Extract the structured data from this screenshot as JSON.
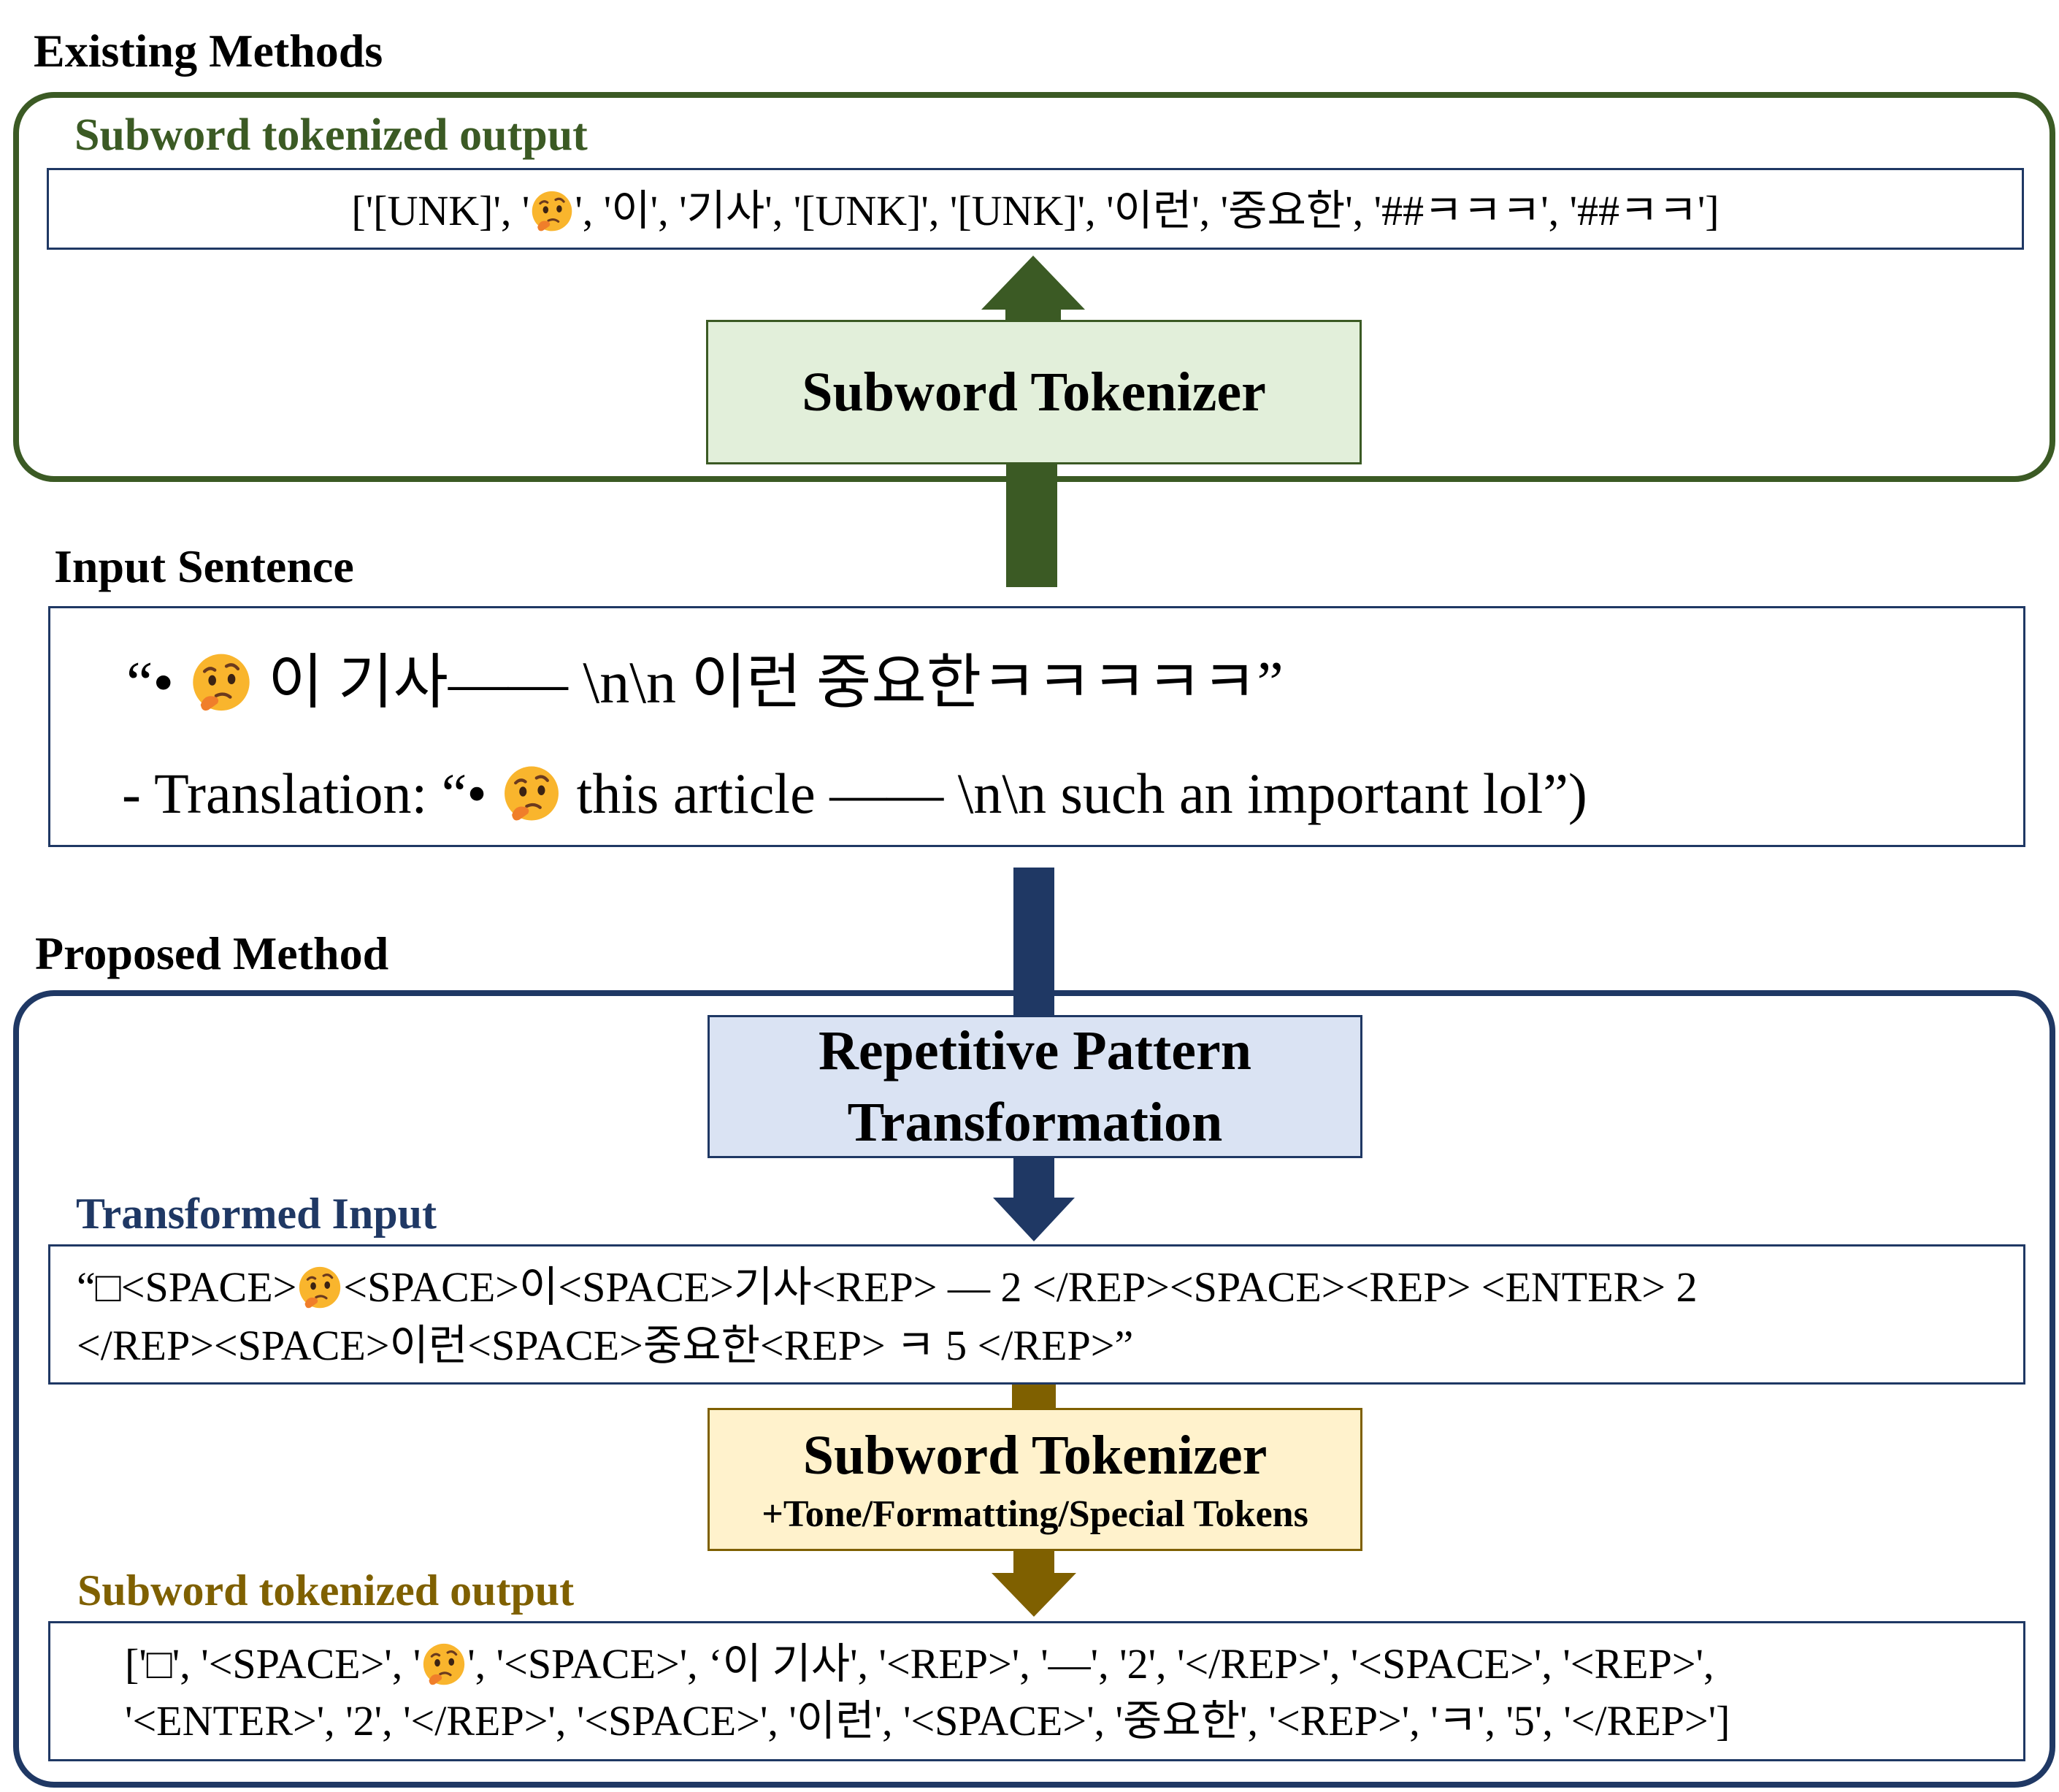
{
  "existing": {
    "heading": "Existing Methods",
    "output_label": "Subword tokenized output",
    "output_tokens_before": "['[UNK]', '",
    "output_tokens_after": "', '이', '기사', '[UNK]', '[UNK]', '이런', '중요한', '##ㅋㅋㅋ', '##ㅋㅋ']",
    "tokenizer_label": "Subword Tokenizer"
  },
  "input": {
    "heading": "Input Sentence",
    "sentence_before": "“• ",
    "sentence_after": " 이 기사—— \\n\\n 이런 중요한ㅋㅋㅋㅋㅋ”",
    "translation_before": "- Translation: “• ",
    "translation_after": " this article —— \\n\\n such an important lol”)"
  },
  "proposed": {
    "heading": "Proposed Method",
    "transform_line1": "Repetitive Pattern",
    "transform_line2": "Transformation",
    "transformed_label": "Transformed Input",
    "transformed_line1_before": "“□<SPACE>",
    "transformed_line1_after": "<SPACE>이<SPACE>기사<REP> — 2 </REP><SPACE><REP> <ENTER> 2",
    "transformed_line2": "</REP><SPACE>이런<SPACE>중요한<REP> ㅋ 5 </REP>”",
    "tokenizer_label": "Subword Tokenizer",
    "tokenizer_sub": "+Tone/Formatting/Special Tokens",
    "output_label": "Subword tokenized output",
    "output_line1_before": "['□', '<SPACE>', '",
    "output_line1_after": "', '<SPACE>', ‘이 기사', '<REP>', '—', '2', '</REP>', '<SPACE>', '<REP>',",
    "output_line2": "'<ENTER>', '2', '</REP>', '<SPACE>', '이런', '<SPACE>', '중요한', '<REP>', 'ㅋ', '5', '</REP>']"
  },
  "colors": {
    "existing_green": "#3b5a24",
    "tokenizer_green_fill": "#e2efda",
    "proposed_navy": "#1f3864",
    "transform_fill": "#dae3f3",
    "proposed_brown": "#7f6000",
    "tokenizer_yellow_fill": "#fff2cc"
  },
  "icons": {
    "thinking_face": "thinking-face-emoji"
  }
}
